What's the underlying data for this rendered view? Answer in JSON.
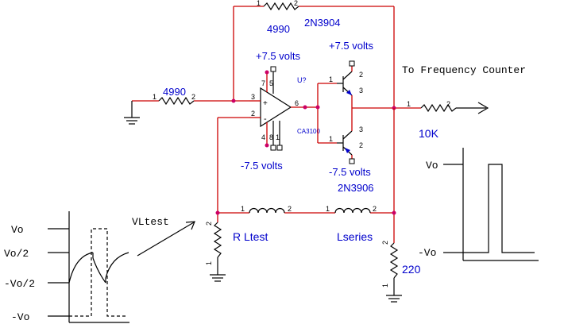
{
  "labels": {
    "r_fb": "4990",
    "q_top": "2N3904",
    "v_pos_opamp": "+7.5 volts",
    "v_pos_trans": "+7.5 volts",
    "to_counter": "To Frequency Counter",
    "r_in": "4990",
    "u_ref": "U?",
    "opamp_part": "CA3100",
    "r_out": "10K",
    "v_neg_opamp": "-7.5 volts",
    "v_neg_trans": "-7.5 volts",
    "q_bottom": "2N3906",
    "vltest": "VLtest",
    "r_ltest": "R  Ltest",
    "lseries": "Lseries",
    "r_220": "220"
  },
  "pins": {
    "r_fb_1": "1",
    "r_fb_2": "2",
    "r_in_1": "1",
    "r_in_2": "2",
    "r_out_1": "1",
    "r_out_2": "2",
    "op_in_pos": "3",
    "op_in_neg": "2",
    "op_out": "6",
    "op_p7": "7",
    "op_p5": "5",
    "op_p4": "4",
    "op_p8": "8",
    "op_p1": "1",
    "plus": "+",
    "minus": "-",
    "qt_c": "2",
    "qt_e": "3",
    "qt_b": "1",
    "qb_c": "3",
    "qb_e": "2",
    "qb_b": "1",
    "l1_1": "1",
    "l1_2": "2",
    "l2_1": "1",
    "l2_2": "2",
    "rl_2": "2",
    "rl_1": "1",
    "r220_2": "2",
    "r220_1": "1"
  },
  "left_graph": {
    "ticks": [
      "Vo",
      "Vo/2",
      "-Vo/2",
      "-Vo"
    ]
  },
  "right_graph": {
    "ticks": [
      "Vo",
      "-Vo"
    ]
  }
}
